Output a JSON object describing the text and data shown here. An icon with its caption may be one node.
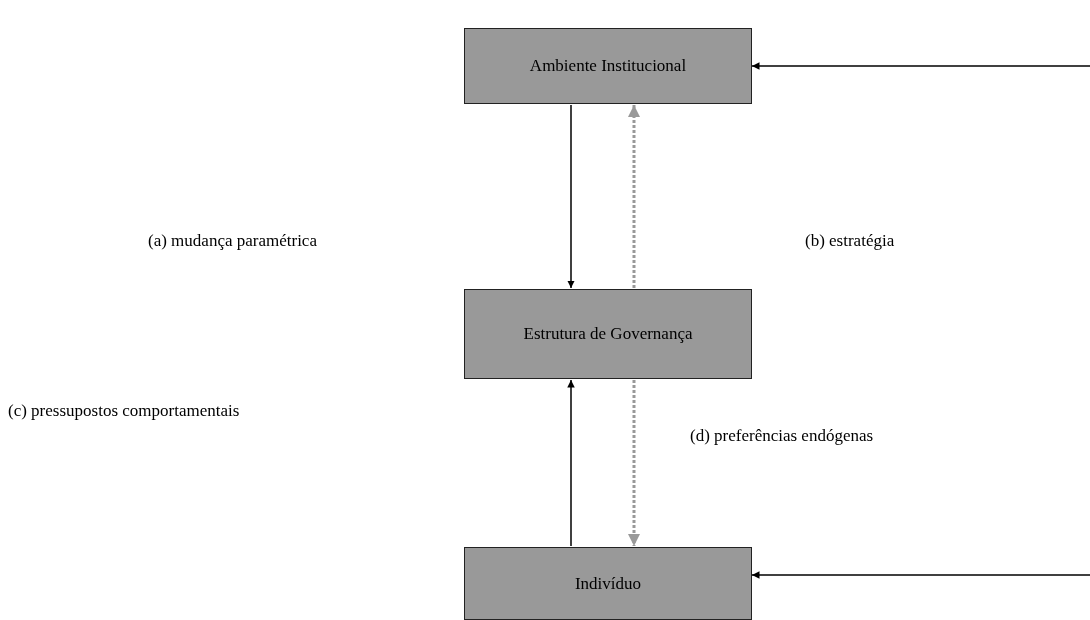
{
  "diagram": {
    "nodes": [
      {
        "text": [
          "Ambiente Institucional"
        ]
      },
      {
        "text": [
          "Estrutura de Governança"
        ]
      },
      {
        "text": [
          "Indivíduo"
        ]
      }
    ],
    "edges": [
      {
        "from": 0,
        "to": 1,
        "arrow": "to"
      },
      {
        "from": 1,
        "to": 0,
        "arrow": "to",
        "style": "dashed",
        "color": "#999999"
      },
      {
        "from": 2,
        "to": 1,
        "arrow": "to"
      },
      {
        "from": 1,
        "to": 2,
        "arrow": "to",
        "style": "dashed",
        "color": "#999999"
      },
      {
        "from": null,
        "to": 0,
        "arrow": "to"
      },
      {
        "from": null,
        "to": 2,
        "arrow": "to"
      }
    ],
    "labels": [
      "(a) mudança paramétrica",
      "(b) estratégia",
      "(c) pressupostos comportamentais",
      "(d) preferências endógenas"
    ]
  }
}
